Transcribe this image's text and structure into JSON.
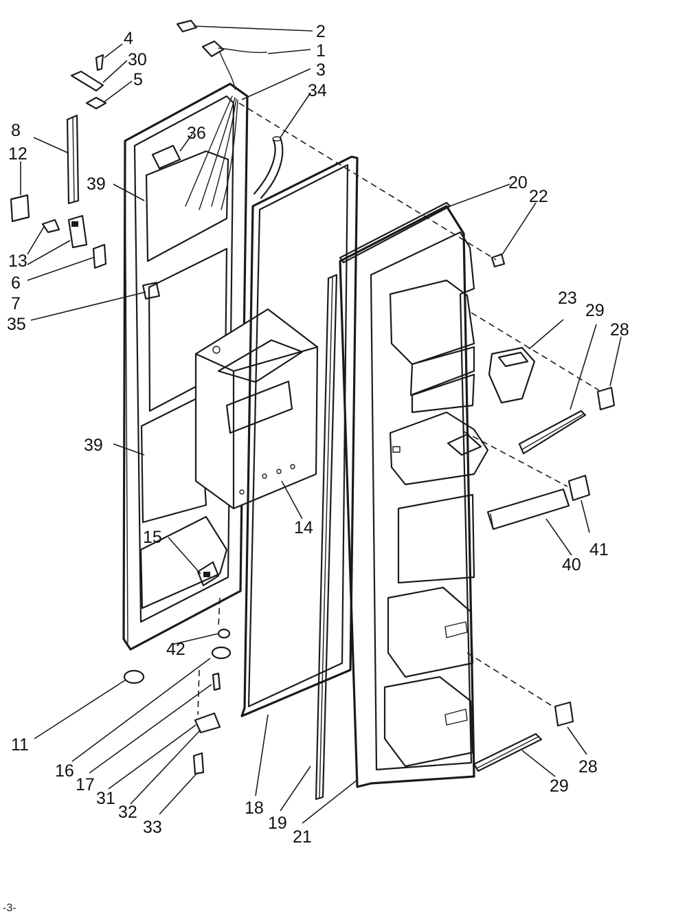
{
  "diagram": {
    "labels": {
      "p1": "1",
      "p2": "2",
      "p3": "3",
      "p4": "4",
      "p5": "5",
      "p6": "6",
      "p7": "7",
      "p8": "8",
      "p11": "11",
      "p12": "12",
      "p13": "13",
      "p14": "14",
      "p15": "15",
      "p16": "16",
      "p17": "17",
      "p18": "18",
      "p19": "19",
      "p20": "20",
      "p21": "21",
      "p22": "22",
      "p23": "23",
      "p28a": "28",
      "p28b": "28",
      "p29a": "29",
      "p29b": "29",
      "p30": "30",
      "p31": "31",
      "p32": "32",
      "p33": "33",
      "p34": "34",
      "p35": "35",
      "p36": "36",
      "p39a": "39",
      "p39b": "39",
      "p40": "40",
      "p41": "41",
      "p42": "42"
    },
    "footer_mark": "-3-"
  }
}
